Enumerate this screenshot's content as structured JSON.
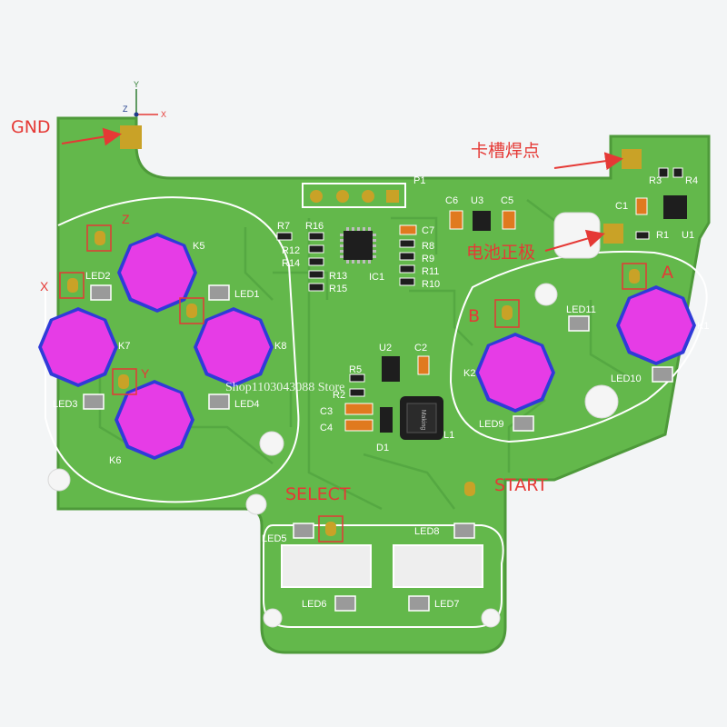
{
  "colors": {
    "board": "#63b84b",
    "board_edge": "#4e9a3a",
    "trace": "#55a842",
    "silk": "#ffffff",
    "button_fill": "#e63ce6",
    "button_base": "#2f3bd8",
    "annotation": "#e53935",
    "pad": "#c9a227"
  },
  "axis": {
    "x": "X",
    "y": "Y",
    "z": "Z"
  },
  "annotations": {
    "gnd": "GND",
    "card_slot": "卡槽焊点",
    "battery": "电池正极",
    "select": "SELECT",
    "start": "START",
    "a": "A",
    "b": "B",
    "x_mark": "X",
    "y_mark": "Y",
    "z_mark": "Z"
  },
  "connector": {
    "label": "P1"
  },
  "buttons": {
    "k1": "K1",
    "k2": "K2",
    "k5": "K5",
    "k6": "K6",
    "k7": "K7",
    "k8": "K8"
  },
  "leds": {
    "led1": "LED1",
    "led2": "LED2",
    "led3": "LED3",
    "led4": "LED4",
    "led5": "LED5",
    "led6": "LED6",
    "led7": "LED7",
    "led8": "LED8",
    "led9": "LED9",
    "led10": "LED10",
    "led11": "LED11"
  },
  "parts": {
    "r1": "R1",
    "r2": "R2",
    "r3": "R3",
    "r4": "R4",
    "r5": "R5",
    "r7": "R7",
    "r8": "R8",
    "r9": "R9",
    "r10": "R10",
    "r11": "R11",
    "r12": "R12",
    "r13": "R13",
    "r14": "R14",
    "r15": "R15",
    "r16": "R16",
    "c1": "C1",
    "c2": "C2",
    "c3": "C3",
    "c4": "C4",
    "c5": "C5",
    "c6": "C6",
    "c7": "C7",
    "u1": "U1",
    "u2": "U2",
    "u3": "U3",
    "ic1": "IC1",
    "d1": "D1",
    "l1": "L1"
  },
  "inductor_marking": "Making",
  "watermark": "Shop1103043088 Store"
}
